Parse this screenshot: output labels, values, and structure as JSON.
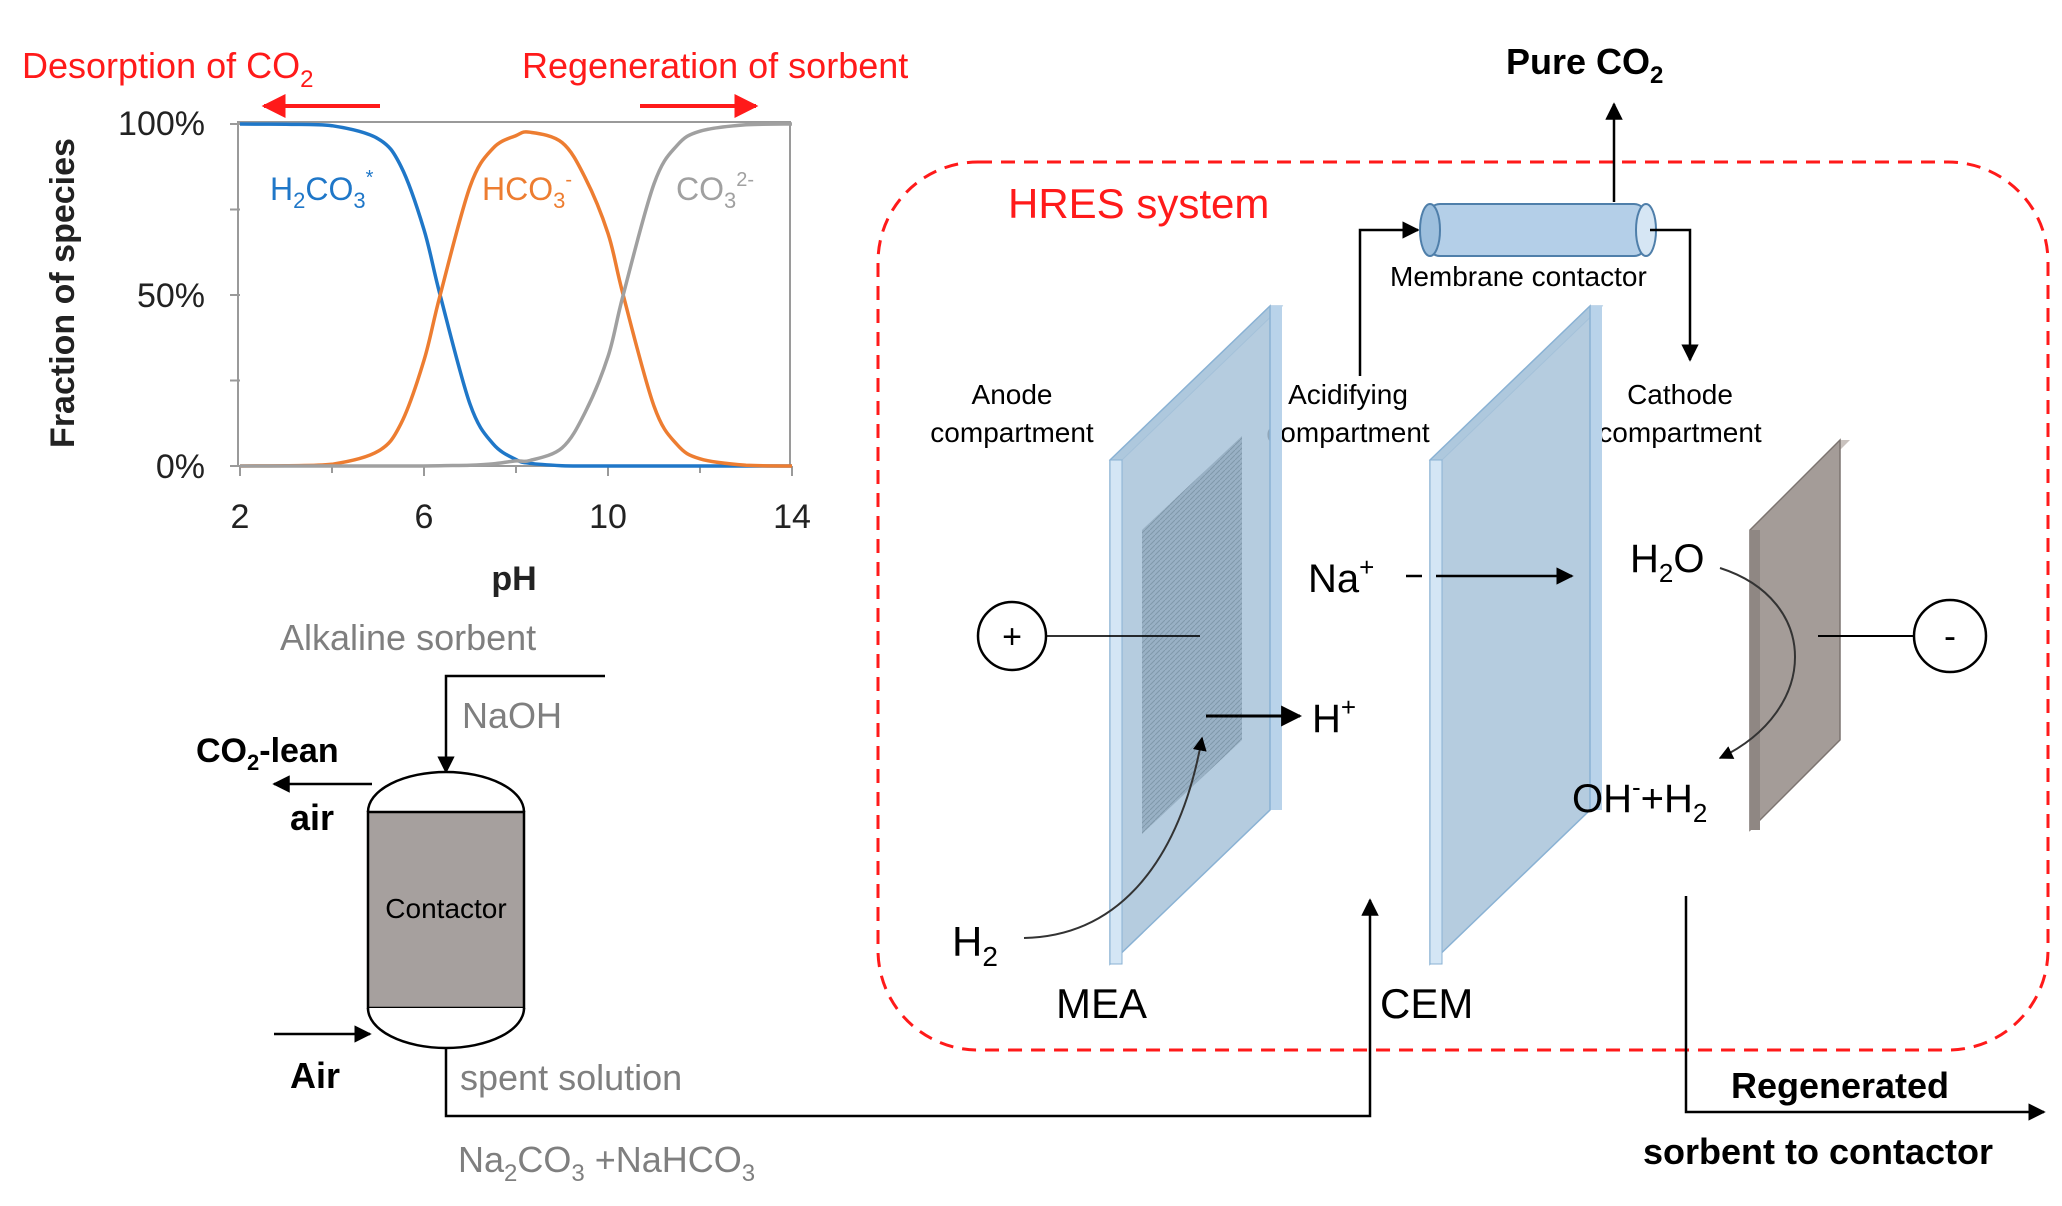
{
  "chart_data": {
    "type": "line",
    "title": "",
    "xlabel": "pH",
    "ylabel": "Fraction of species",
    "xlim": [
      2,
      14
    ],
    "ylim": [
      0,
      100
    ],
    "x_ticks": [
      "2",
      "6",
      "10",
      "14"
    ],
    "y_ticks": [
      "0%",
      "50%",
      "100%"
    ],
    "grid": false,
    "x": [
      2,
      3,
      4,
      5,
      5.5,
      6,
      6.35,
      7,
      7.5,
      8,
      8.3,
      9,
      9.5,
      10,
      10.33,
      11,
      11.5,
      12,
      13,
      14
    ],
    "series": [
      {
        "name": "H2CO3*",
        "color": "#1f77c8",
        "values": [
          100,
          99.9,
          99.5,
          95.7,
          87.6,
          69.1,
          50.0,
          18.1,
          6.5,
          1.9,
          0.8,
          0.1,
          0,
          0,
          0,
          0,
          0,
          0,
          0,
          0
        ]
      },
      {
        "name": "HCO3-",
        "color": "#ed7d31",
        "values": [
          0,
          0.1,
          0.5,
          4.3,
          12.4,
          30.9,
          49.9,
          81.7,
          92.9,
          96.6,
          97.6,
          94.6,
          84.4,
          68.0,
          50.0,
          17.5,
          6.3,
          2.1,
          0.2,
          0
        ]
      },
      {
        "name": "CO32-",
        "color": "#a0a0a0",
        "values": [
          0,
          0,
          0,
          0,
          0,
          0,
          0.1,
          0.2,
          0.6,
          1.5,
          1.6,
          5.3,
          15.6,
          32.0,
          50.0,
          82.5,
          93.7,
          97.9,
          99.8,
          100
        ]
      }
    ],
    "annotations": {
      "desorption": "Desorption of CO",
      "desorption_sub": "2",
      "regeneration": "Regeneration of sorbent"
    }
  },
  "species_labels": {
    "h2co3": {
      "a": "H",
      "a_sub": "2",
      "b": "CO",
      "b_sub": "3",
      "sup": "*"
    },
    "hco3": {
      "a": "HCO",
      "sub": "3",
      "sup": "-"
    },
    "co3": {
      "a": "CO",
      "sub": "3",
      "sup": "2-"
    }
  },
  "contactor": {
    "alkaline_sorbent": "Alkaline sorbent",
    "naoh": "NaOH",
    "co2_lean_a": "CO",
    "co2_lean_sub": "2",
    "co2_lean_b": "-lean",
    "co2_lean_air": "air",
    "contactor_label": "Contactor",
    "air_in": "Air",
    "spent_solution": "spent solution",
    "spent_formula": {
      "a": "Na",
      "a_sub": "2",
      "b": "CO",
      "b_sub": "3",
      "c": " +NaHCO",
      "c_sub": "3"
    }
  },
  "hres": {
    "system_label": "HRES system",
    "pure_co2": "Pure CO",
    "pure_co2_sub": "2",
    "membrane_contactor": "Membrane contactor",
    "anode_line1": "Anode",
    "anode_line2": "compartment",
    "acid_line1": "Acidifying",
    "acid_line2": "compartment",
    "cathode_line1": "Cathode",
    "cathode_line2": "compartment",
    "plus": "+",
    "minus": "-",
    "na_ion": "Na",
    "na_sup": "+",
    "h_ion": "H",
    "h_sup": "+",
    "h2o": "H",
    "h2o_sub": "2",
    "h2o_b": "O",
    "oh_a": "OH",
    "oh_sup": "-",
    "oh_b": "+H",
    "oh_sub": "2",
    "h2_in": "H",
    "h2_in_sub": "2",
    "mea": "MEA",
    "cem": "CEM",
    "regenerated_line1": "Regenerated",
    "regenerated_line2": "sorbent to contactor"
  },
  "colors": {
    "red": "#ff1a1a",
    "blue": "#1f77c8",
    "orange": "#ed7d31",
    "gray_curve": "#a0a0a0",
    "gray_text": "#7f7f7f",
    "membrane": "#a8c8e0",
    "contactor_fill": "#a6a09e",
    "cathode_plate": "#a49c98"
  }
}
